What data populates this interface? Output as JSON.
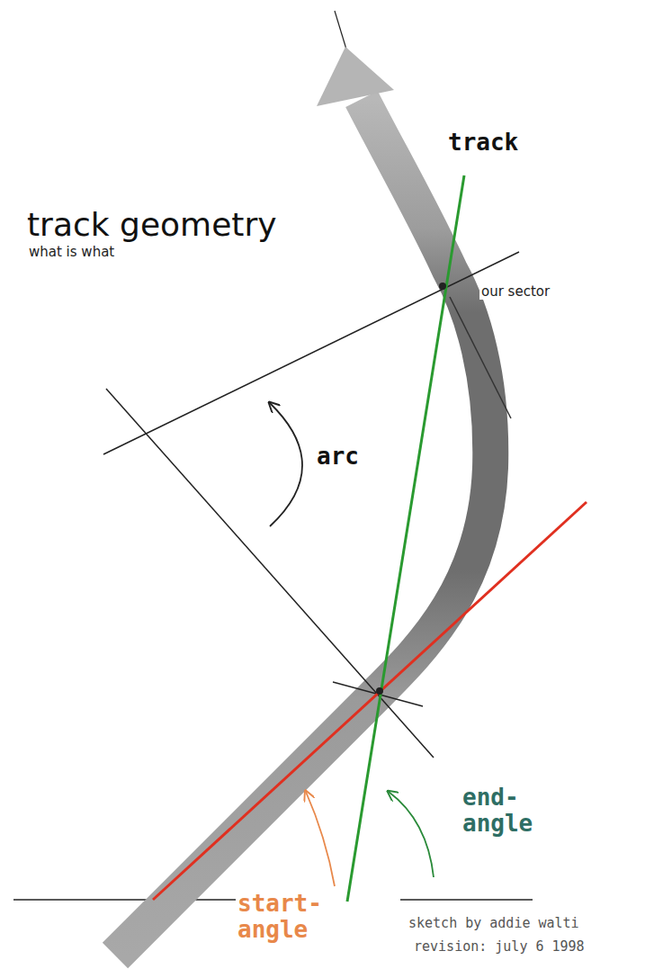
{
  "diagram": {
    "title": "track geometry",
    "labels": [
      "what is what",
      "track",
      "our sector",
      "arc",
      "end- angle",
      "start- angle",
      "sketch by addie walti",
      "revision: july 6 1998"
    ]
  }
}
